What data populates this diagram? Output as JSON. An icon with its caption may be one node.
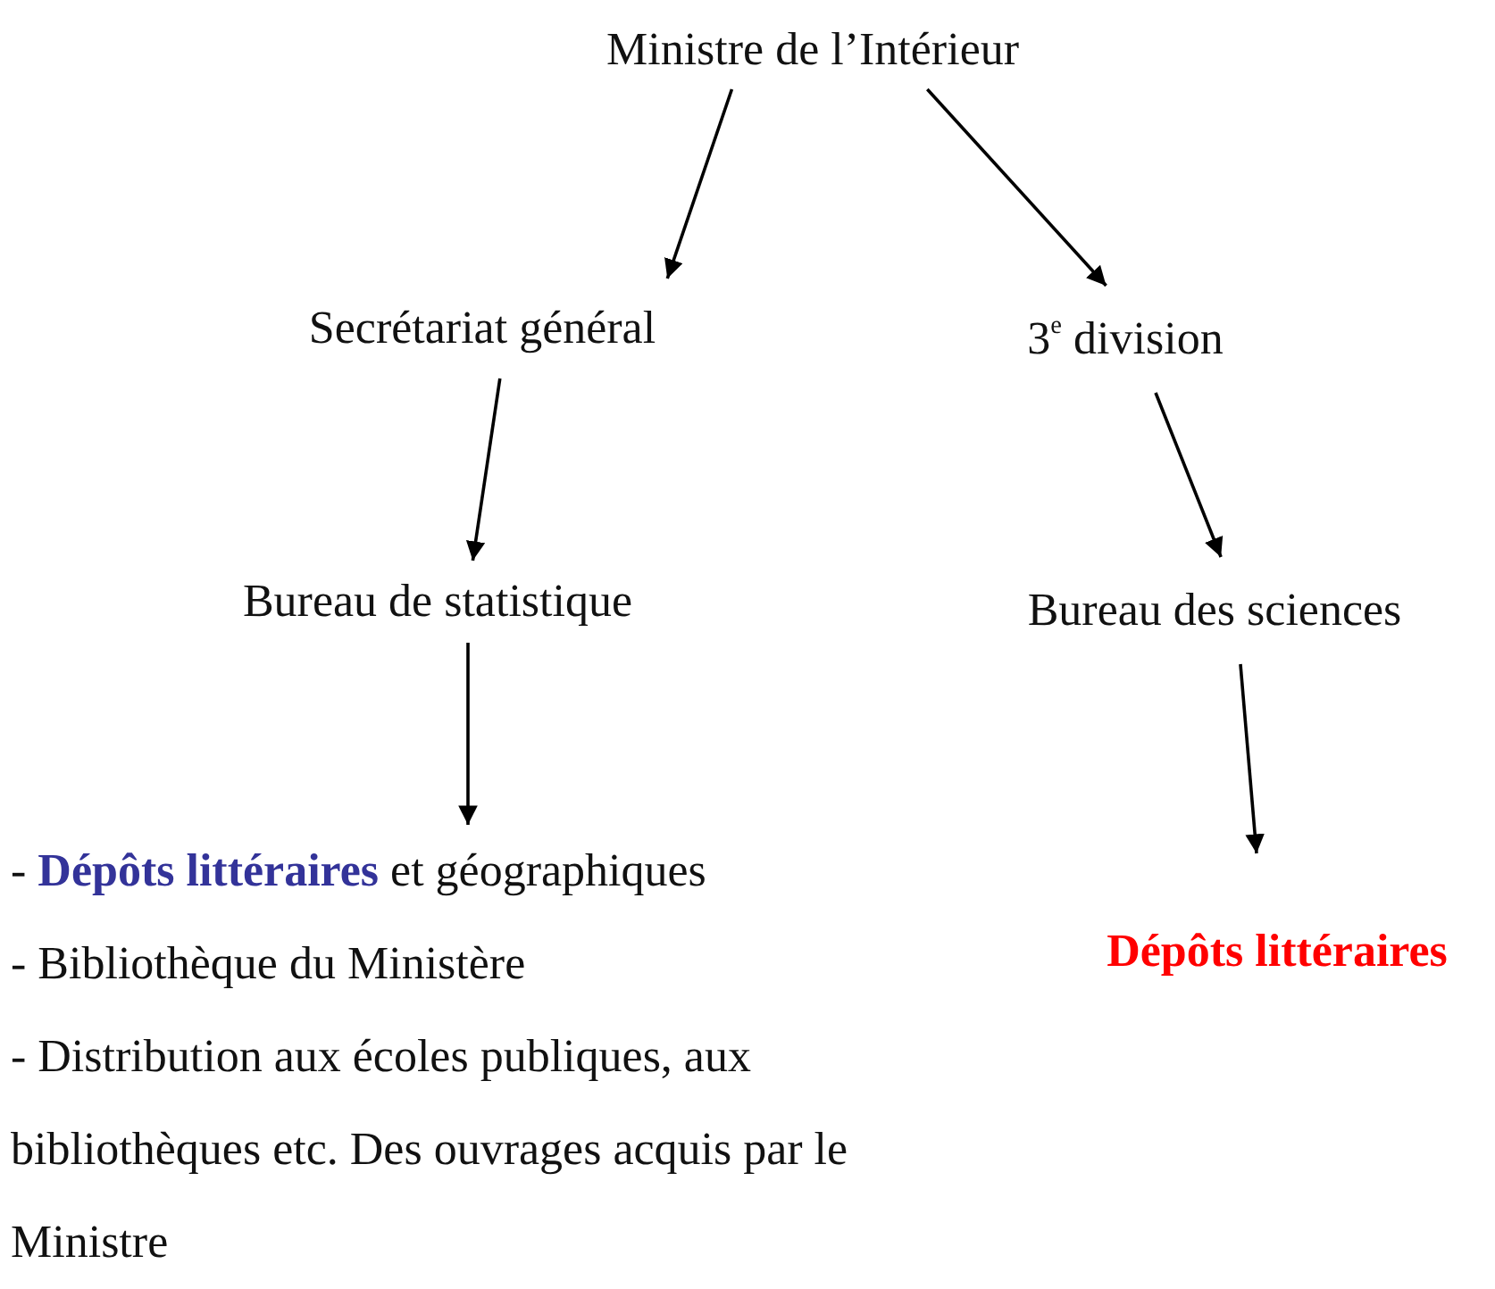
{
  "diagram": {
    "nodes": [
      {
        "text": [
          "Ministre de l’Intérieur"
        ]
      },
      {
        "text": [
          "Secrétariat général"
        ]
      },
      {
        "text": [
          "3$^{e}$ division"
        ]
      },
      {
        "text": [
          "Bureau de statistique"
        ]
      },
      {
        "text": [
          "Bureau des sciences"
        ]
      },
      {
        "text": [
          "- **Dépôts littéraires** et géographiques",
          "- Bibliothèque du Ministère",
          "- Distribution aux écoles publiques, aux bibliothèques etc. Des ouvrages acquis par le Ministre"
        ]
      },
      {
        "text": [
          "Dépôts littéraires"
        ]
      }
    ],
    "edges": [
      {
        "from": 0,
        "to": 1,
        "arrow": "to"
      },
      {
        "from": 0,
        "to": 2,
        "arrow": "to"
      },
      {
        "from": 1,
        "to": 3,
        "arrow": "to"
      },
      {
        "from": 2,
        "to": 4,
        "arrow": "to"
      },
      {
        "from": 3,
        "to": 5,
        "arrow": "to"
      },
      {
        "from": 4,
        "to": 6,
        "arrow": "to"
      }
    ]
  }
}
